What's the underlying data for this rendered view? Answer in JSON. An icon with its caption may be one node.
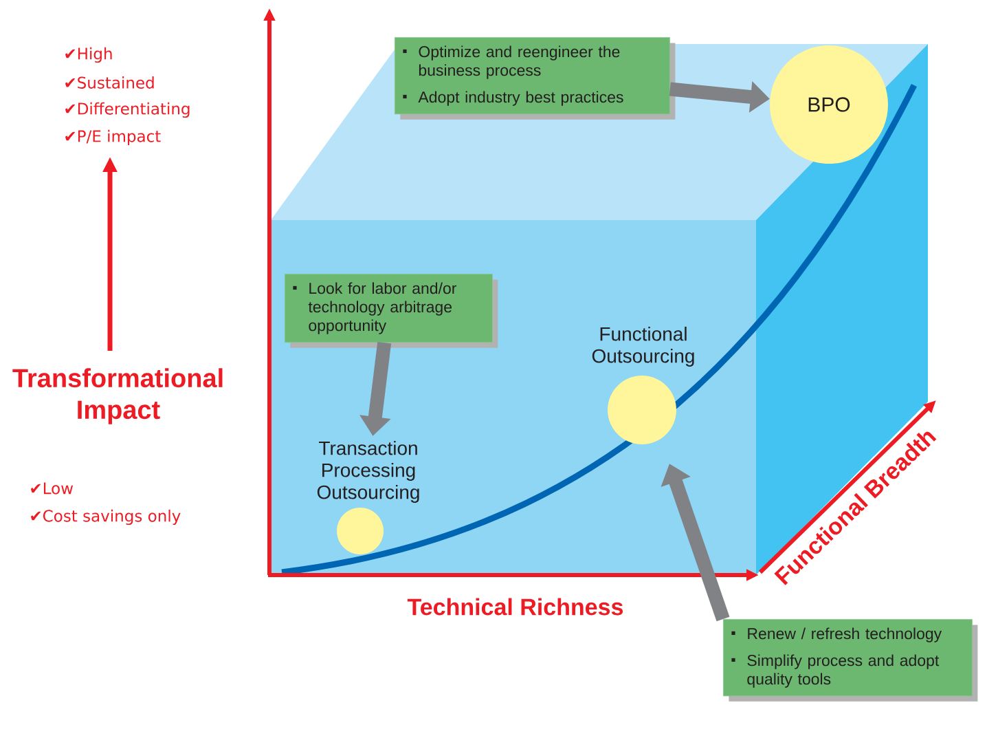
{
  "diagram": {
    "nodes": [
      {
        "text": [
          "Optimize and reengineer the business process",
          "Adopt industry best practices"
        ]
      },
      {
        "text": [
          "BPO"
        ]
      },
      {
        "text": [
          "Look for labor and/or technology arbitrage opportunity"
        ]
      },
      {
        "text": [
          "Transaction Processing Outsourcing"
        ]
      },
      {
        "text": [
          "Functional Outsourcing"
        ]
      },
      {
        "text": [
          "Renew / refresh technology",
          "Simplify process and adopt quality tools"
        ]
      }
    ],
    "edges": [
      {
        "from": 0,
        "to": 1,
        "arrow": "to"
      },
      {
        "from": 2,
        "to": 3,
        "arrow": "to"
      },
      {
        "from": 5,
        "to": null,
        "arrow": "to"
      }
    ],
    "labels": [
      "✔High",
      "✔Sustained",
      "✔Differentiating",
      "✔P/E impact",
      "Transformational Impact",
      "✔Low",
      "✔Cost savings only",
      "Technical Richness",
      "Functional Breadth"
    ]
  }
}
